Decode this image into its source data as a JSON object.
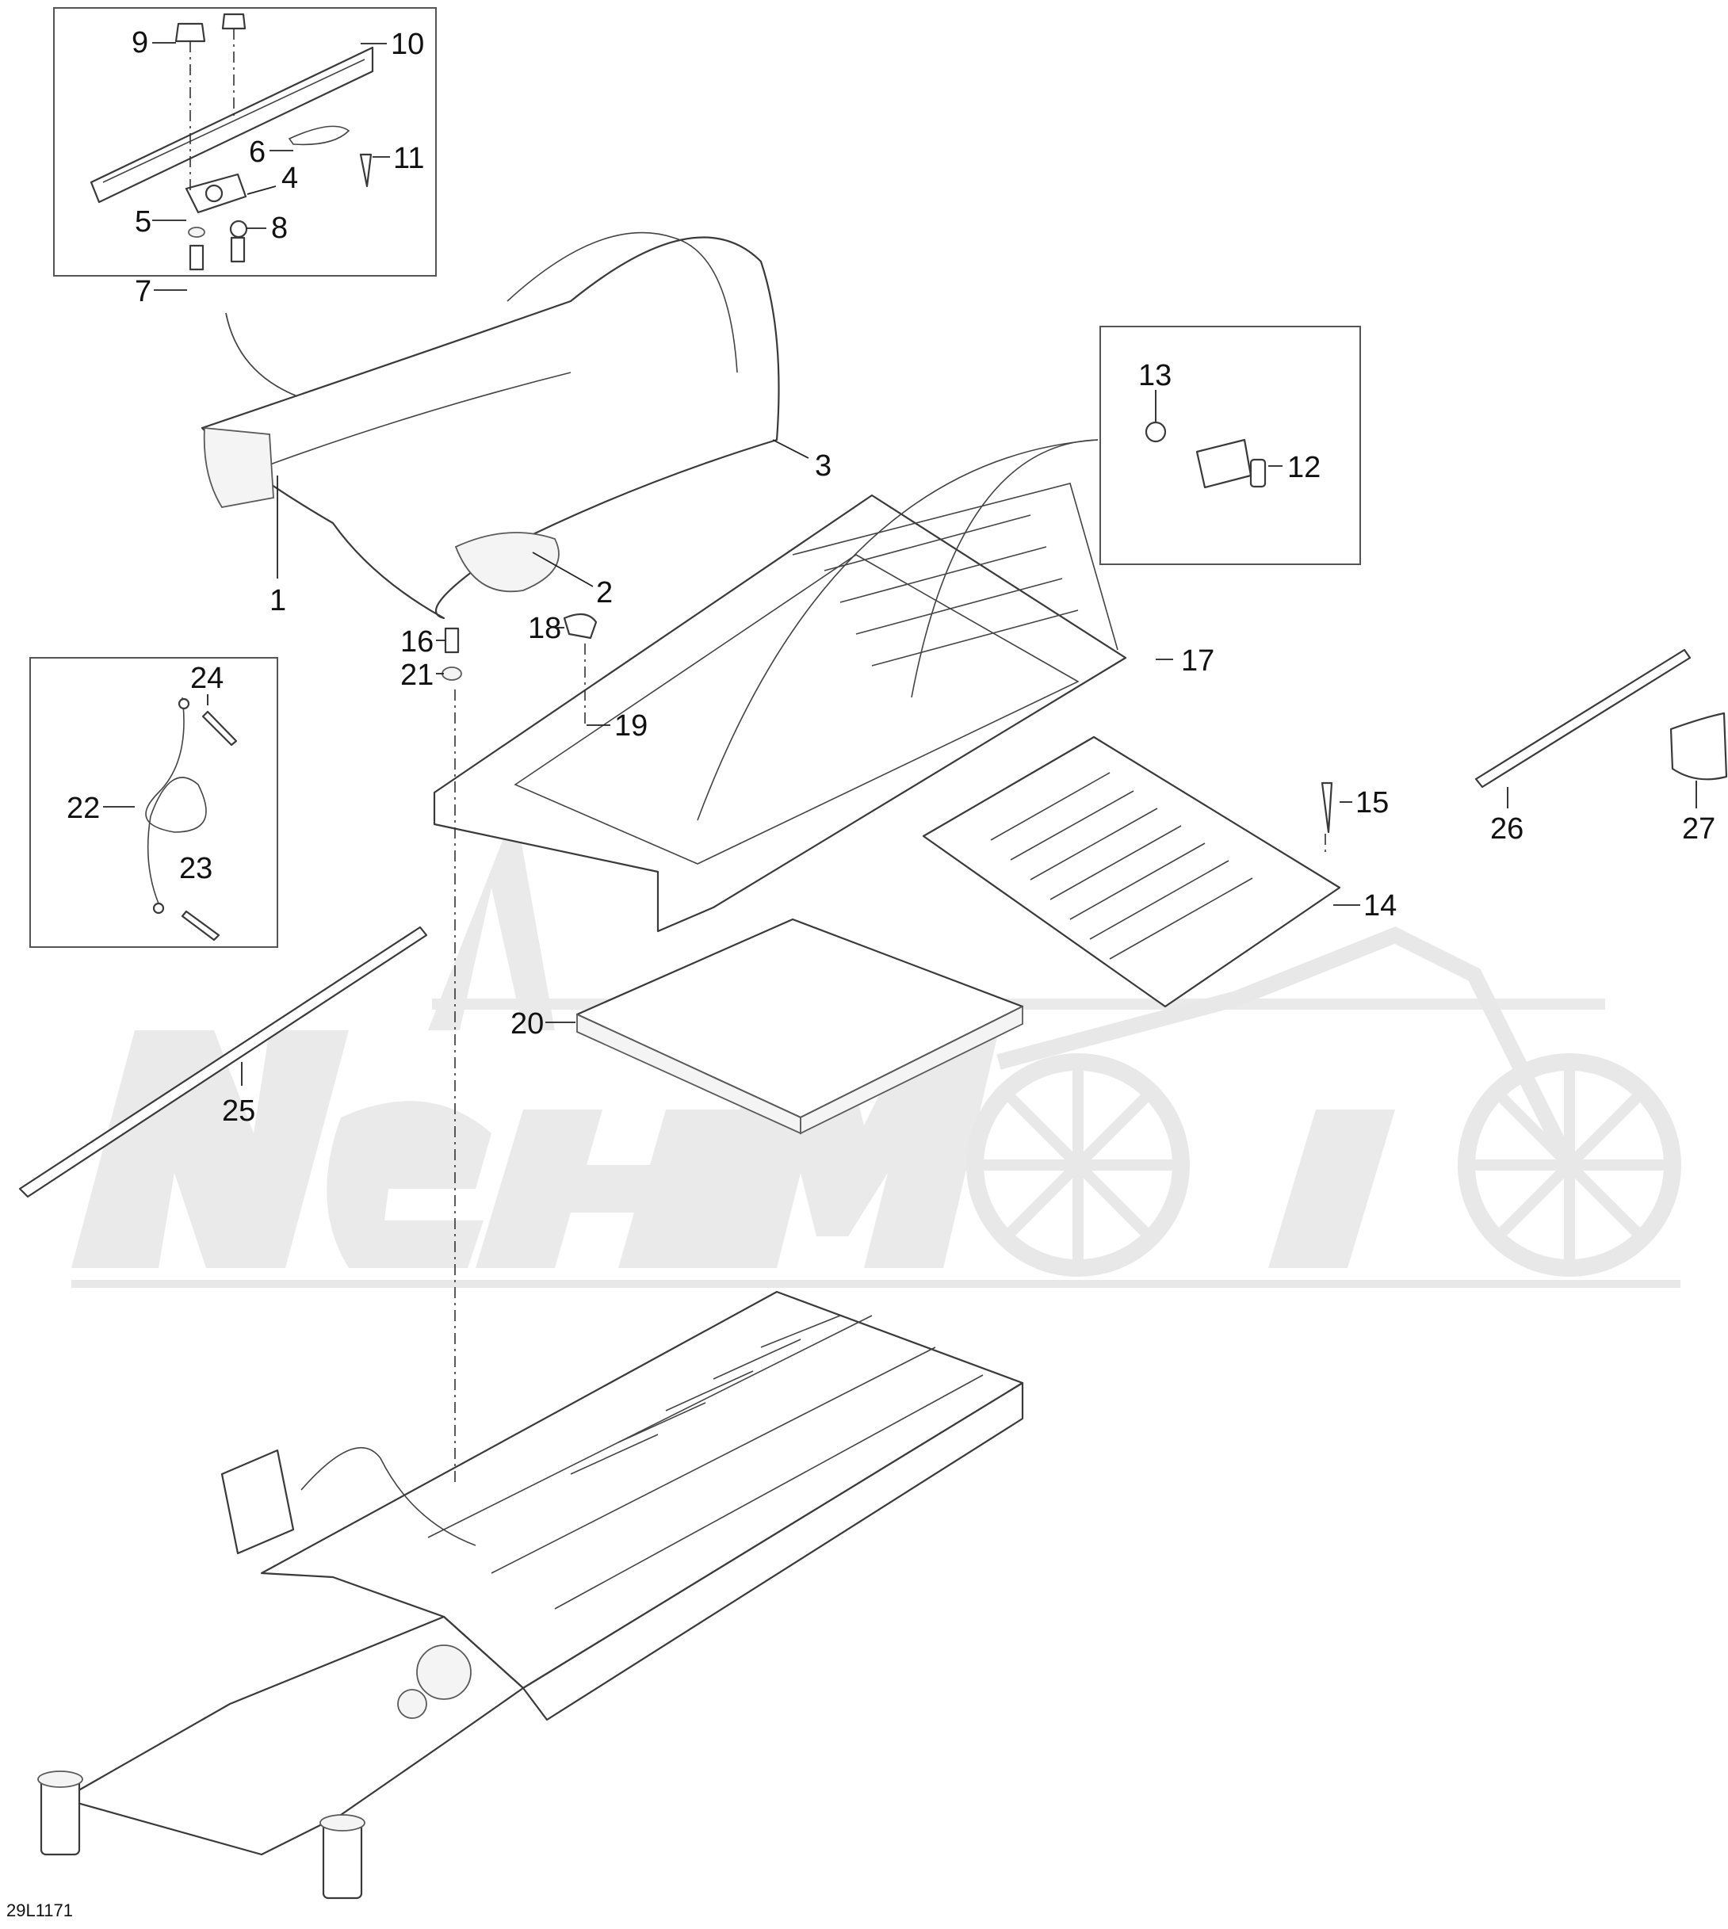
{
  "diagram_code": "29L1171",
  "callouts": [
    {
      "id": "c1",
      "label": "1"
    },
    {
      "id": "c2",
      "label": "2"
    },
    {
      "id": "c3",
      "label": "3"
    },
    {
      "id": "c4",
      "label": "4"
    },
    {
      "id": "c5",
      "label": "5"
    },
    {
      "id": "c6",
      "label": "6"
    },
    {
      "id": "c7",
      "label": "7"
    },
    {
      "id": "c8",
      "label": "8"
    },
    {
      "id": "c9",
      "label": "9"
    },
    {
      "id": "c10",
      "label": "10"
    },
    {
      "id": "c11",
      "label": "11"
    },
    {
      "id": "c12",
      "label": "12"
    },
    {
      "id": "c13",
      "label": "13"
    },
    {
      "id": "c14",
      "label": "14"
    },
    {
      "id": "c15",
      "label": "15"
    },
    {
      "id": "c16",
      "label": "16"
    },
    {
      "id": "c17",
      "label": "17"
    },
    {
      "id": "c18",
      "label": "18"
    },
    {
      "id": "c19",
      "label": "19"
    },
    {
      "id": "c20",
      "label": "20"
    },
    {
      "id": "c21",
      "label": "21"
    },
    {
      "id": "c22",
      "label": "22"
    },
    {
      "id": "c23",
      "label": "23"
    },
    {
      "id": "c24",
      "label": "24"
    },
    {
      "id": "c25",
      "label": "25"
    },
    {
      "id": "c26",
      "label": "26"
    },
    {
      "id": "c27",
      "label": "27"
    }
  ]
}
